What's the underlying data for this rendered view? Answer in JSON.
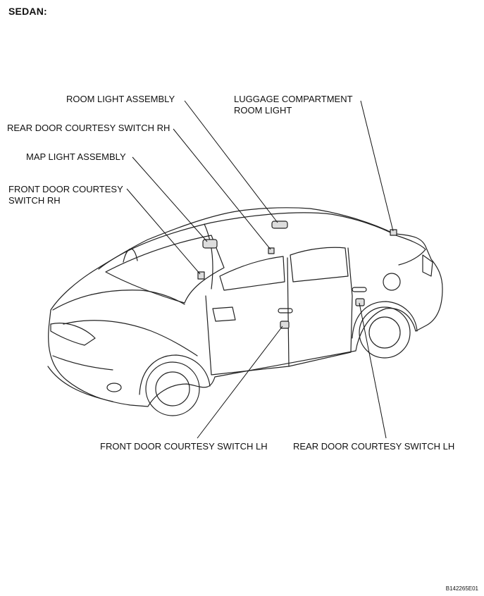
{
  "heading": "SEDAN:",
  "labels": {
    "room_light": "ROOM LIGHT ASSEMBLY",
    "luggage_line1": "LUGGAGE COMPARTMENT",
    "luggage_line2": "ROOM LIGHT",
    "rear_rh": "REAR DOOR COURTESY SWITCH RH",
    "map_light": "MAP LIGHT ASSEMBLY",
    "front_rh_line1": "FRONT DOOR COURTESY",
    "front_rh_line2": "SWITCH RH",
    "front_lh": "FRONT DOOR COURTESY SWITCH LH",
    "rear_lh": "REAR DOOR COURTESY SWITCH LH"
  },
  "figure_code": "B142265E01"
}
